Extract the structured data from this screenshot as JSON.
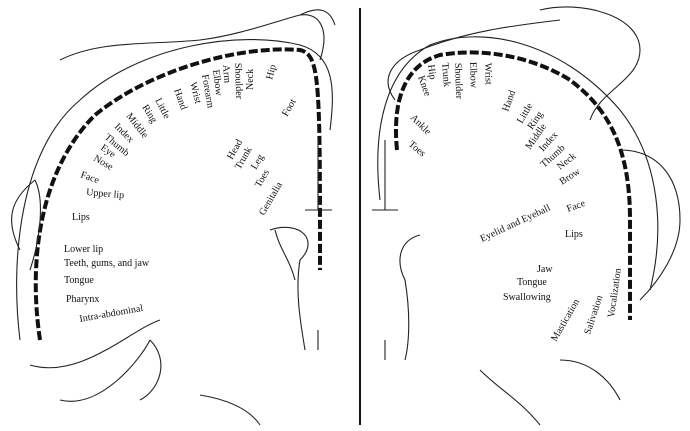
{
  "sensory": {
    "labels": [
      "Pharynx",
      "Intra-abdominal",
      "Tongue",
      "Teeth, gums, and jaw",
      "Lower lip",
      "Lips",
      "Upper lip",
      "Face",
      "Nose",
      "Eye",
      "Thumb",
      "Index",
      "Middle",
      "Ring",
      "Little",
      "Hand",
      "Wrist",
      "Forearm",
      "Elbow",
      "Arm",
      "Shoulder",
      "Neck",
      "Hip",
      "Head",
      "Trunk",
      "Leg",
      "Foot",
      "Toes",
      "Genitalia"
    ]
  },
  "motor": {
    "labels": [
      "Toes",
      "Ankle",
      "Knee",
      "Hip",
      "Trunk",
      "Shoulder",
      "Elbow",
      "Wrist",
      "Hand",
      "Little",
      "Ring",
      "Middle",
      "Index",
      "Thumb",
      "Neck",
      "Brow",
      "Eyelid and Eyeball",
      "Face",
      "Lips",
      "Jaw",
      "Tongue",
      "Swallowing",
      "Mastication",
      "Salivation",
      "Vocalization"
    ]
  }
}
